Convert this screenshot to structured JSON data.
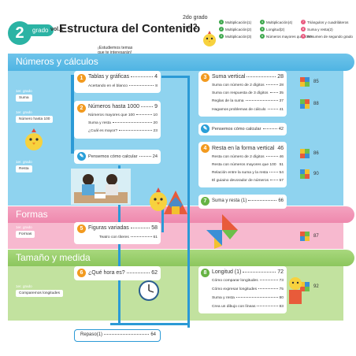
{
  "header": {
    "grade_number": "2",
    "grade_word": "grado",
    "vol_label": "vol.1",
    "title": "Estructura del Contenido",
    "right_grade": "2do grado",
    "right_vol_word": "vol.",
    "right_vol_num": "2"
  },
  "legend": [
    {
      "num": "1",
      "label": "Multiplicación(1)",
      "color": "#3aa64a"
    },
    {
      "num": "4",
      "label": "Multiplicación(4)",
      "color": "#3aa64a"
    },
    {
      "num": "7",
      "label": "Triángulos y cuadriláteros",
      "color": "#e8577d"
    },
    {
      "num": "2",
      "label": "Multiplicación(2)",
      "color": "#3aa64a"
    },
    {
      "num": "5",
      "label": "Longitud(2)",
      "color": "#3aa64a"
    },
    {
      "num": "8",
      "label": "Suma y resta(2)",
      "color": "#e8577d"
    },
    {
      "num": "3",
      "label": "Multiplicación(3)",
      "color": "#3aa64a"
    },
    {
      "num": "6",
      "label": "Números mayores que 1000",
      "color": "#3aa64a"
    },
    {
      "num": "9",
      "label": "Resumen de segundo grado",
      "color": "#e8577d"
    }
  ],
  "callout": {
    "line1": "¡Estudiemos temas",
    "line2": "que te interesarán!"
  },
  "sections": {
    "numeros": {
      "title": "Números y cálculos",
      "prev_grade": "1er. grado",
      "topics": [
        "Suma",
        "Número hasta 100",
        "Resta"
      ]
    },
    "formas": {
      "title": "Formas",
      "prev_grade": "1er. grado",
      "topics": [
        "Formas"
      ]
    },
    "tamano": {
      "title": "Tamaño y medida",
      "prev_grade": "1er. grado",
      "topics": [
        "Comparemos longitudes"
      ]
    }
  },
  "units": {
    "u1": {
      "num": "1",
      "title": "Tablas y gráficas",
      "page": "4",
      "sub": [
        {
          "label": "Acertando en el blanco",
          "page": "8"
        }
      ]
    },
    "u2": {
      "num": "2",
      "title": "Números hasta 1000",
      "page": "9",
      "sub": [
        {
          "label": "Números mayores que 100",
          "page": "10"
        },
        {
          "label": "Suma y resta",
          "page": "20"
        },
        {
          "label": "¿Cuál es mayor?",
          "page": "23"
        }
      ]
    },
    "pensemos1": {
      "title": "Pensemos cómo calcular",
      "page": "24"
    },
    "u3": {
      "num": "3",
      "title": "Suma vertical",
      "page": "28",
      "sub": [
        {
          "label": "Suma con número de 2 dígitos",
          "page": "28"
        },
        {
          "label": "Suma con respuesta de 3 dígitos",
          "page": "35"
        },
        {
          "label": "Reglas de la suma",
          "page": "37"
        },
        {
          "label": "Hagamos problemas de cálculo",
          "page": "41"
        }
      ]
    },
    "pensemos2": {
      "title": "Pensemos cómo calcular",
      "page": "42"
    },
    "u4": {
      "num": "4",
      "title": "Resta en la forma vertical",
      "page": "46",
      "sub": [
        {
          "label": "Resta con número de 2 dígitos",
          "page": "46"
        },
        {
          "label": "Resta con números mayores que 100",
          "page": "51"
        },
        {
          "label": "Relación entre la suma y la resta",
          "page": "54"
        },
        {
          "label": "El guiaino devorador de números",
          "page": "57"
        }
      ]
    },
    "u7": {
      "num": "7",
      "title": "Suma y resta (1)",
      "page": "66"
    },
    "u5": {
      "num": "5",
      "title": "Figuras variadas",
      "page": "58",
      "sub": [
        {
          "label": "Teatro con títeres",
          "page": "61"
        }
      ]
    },
    "u6": {
      "num": "6",
      "title": "¿Qué  hora es?",
      "page": "62"
    },
    "u8": {
      "num": "8",
      "title": "Longitud (1)",
      "page": "72",
      "sub": [
        {
          "label": "Cómo comparar longitudes",
          "page": "73"
        },
        {
          "label": "Cómo expresar longitudes",
          "page": "75"
        },
        {
          "label": "Suma y resta",
          "page": "80"
        },
        {
          "label": "Crea un dibujo con líneas",
          "page": "83"
        }
      ]
    },
    "repaso": {
      "title": "Repaso(1)",
      "page": "64"
    }
  },
  "side_pages": [
    "85",
    "88",
    "86",
    "90",
    "87",
    "92"
  ]
}
